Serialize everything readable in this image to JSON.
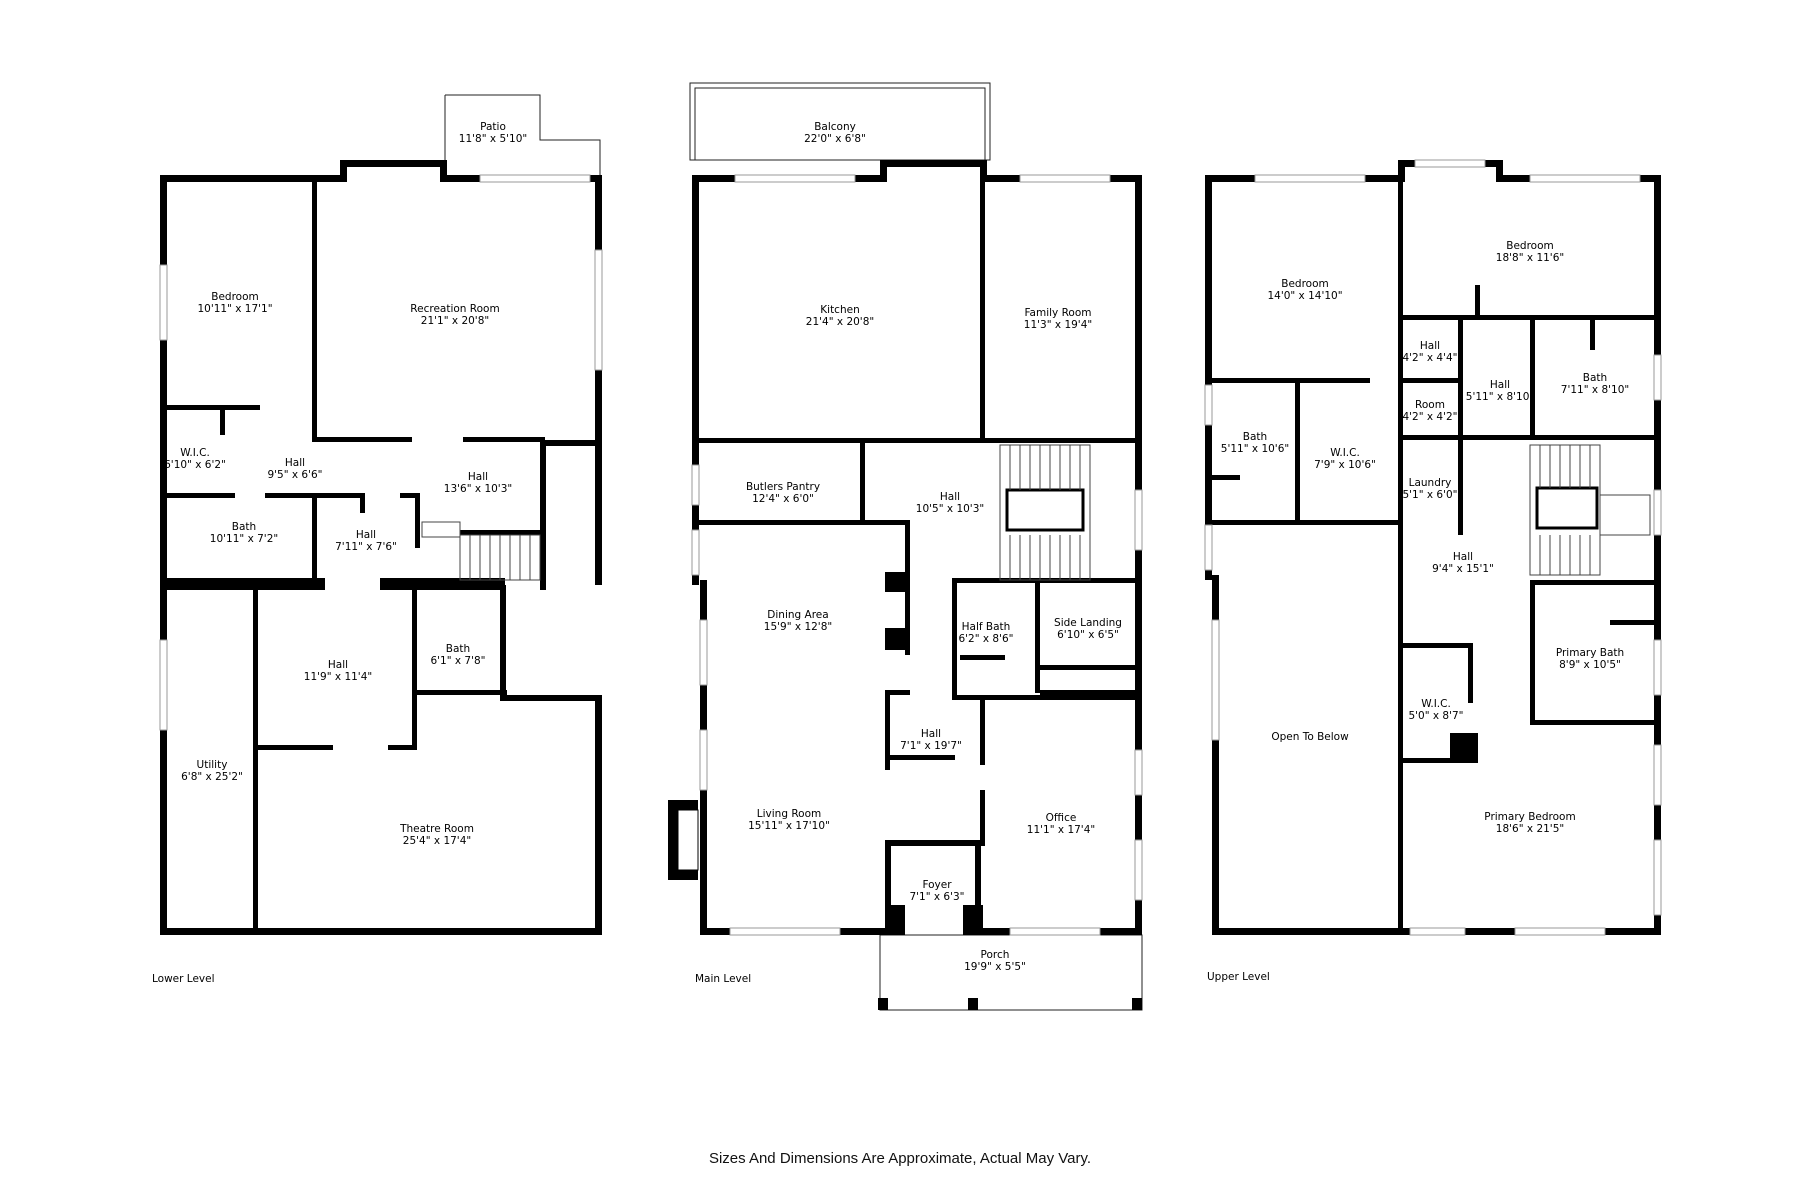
{
  "levels": {
    "lower": {
      "label": "Lower Level",
      "rooms": [
        {
          "name": "Patio",
          "dim": "11'8\" x 5'10\""
        },
        {
          "name": "Bedroom",
          "dim": "10'11\" x 17'1\""
        },
        {
          "name": "Recreation Room",
          "dim": "21'1\" x 20'8\""
        },
        {
          "name": "W.I.C.",
          "dim": "6'10\" x 6'2\""
        },
        {
          "name": "Hall",
          "dim": "9'5\" x 6'6\""
        },
        {
          "name": "Hall",
          "dim": "13'6\" x 10'3\""
        },
        {
          "name": "Bath",
          "dim": "10'11\" x 7'2\""
        },
        {
          "name": "Hall",
          "dim": "7'11\" x 7'6\""
        },
        {
          "name": "Hall",
          "dim": "11'9\" x 11'4\""
        },
        {
          "name": "Bath",
          "dim": "6'1\" x 7'8\""
        },
        {
          "name": "Utility",
          "dim": "6'8\" x 25'2\""
        },
        {
          "name": "Theatre Room",
          "dim": "25'4\" x 17'4\""
        }
      ]
    },
    "main": {
      "label": "Main Level",
      "rooms": [
        {
          "name": "Balcony",
          "dim": "22'0\" x 6'8\""
        },
        {
          "name": "Kitchen",
          "dim": "21'4\" x 20'8\""
        },
        {
          "name": "Family Room",
          "dim": "11'3\" x 19'4\""
        },
        {
          "name": "Butlers Pantry",
          "dim": "12'4\" x 6'0\""
        },
        {
          "name": "Hall",
          "dim": "10'5\" x 10'3\""
        },
        {
          "name": "Dining Area",
          "dim": "15'9\" x 12'8\""
        },
        {
          "name": "Half Bath",
          "dim": "6'2\" x 8'6\""
        },
        {
          "name": "Side Landing",
          "dim": "6'10\" x 6'5\""
        },
        {
          "name": "Hall",
          "dim": "7'1\" x 19'7\""
        },
        {
          "name": "Living Room",
          "dim": "15'11\" x 17'10\""
        },
        {
          "name": "Office",
          "dim": "11'1\" x 17'4\""
        },
        {
          "name": "Foyer",
          "dim": "7'1\" x 6'3\""
        },
        {
          "name": "Porch",
          "dim": "19'9\" x 5'5\""
        }
      ]
    },
    "upper": {
      "label": "Upper Level",
      "rooms": [
        {
          "name": "Bedroom",
          "dim": "14'0\" x 14'10\""
        },
        {
          "name": "Bedroom",
          "dim": "18'8\" x 11'6\""
        },
        {
          "name": "Hall",
          "dim": "4'2\" x 4'4\""
        },
        {
          "name": "Hall",
          "dim": "5'11\" x 8'10\""
        },
        {
          "name": "Bath",
          "dim": "7'11\" x 8'10\""
        },
        {
          "name": "Room",
          "dim": "4'2\" x 4'2\""
        },
        {
          "name": "Bath",
          "dim": "5'11\" x 10'6\""
        },
        {
          "name": "W.I.C.",
          "dim": "7'9\" x 10'6\""
        },
        {
          "name": "Laundry",
          "dim": "5'1\" x 6'0\""
        },
        {
          "name": "Hall",
          "dim": "9'4\" x 15'1\""
        },
        {
          "name": "Primary Bath",
          "dim": "8'9\" x 10'5\""
        },
        {
          "name": "W.I.C.",
          "dim": "5'0\" x 8'7\""
        },
        {
          "name": "Open To Below",
          "dim": ""
        },
        {
          "name": "Primary Bedroom",
          "dim": "18'6\" x 21'5\""
        }
      ]
    }
  },
  "disclaimer": "Sizes And Dimensions Are Approximate, Actual May Vary."
}
